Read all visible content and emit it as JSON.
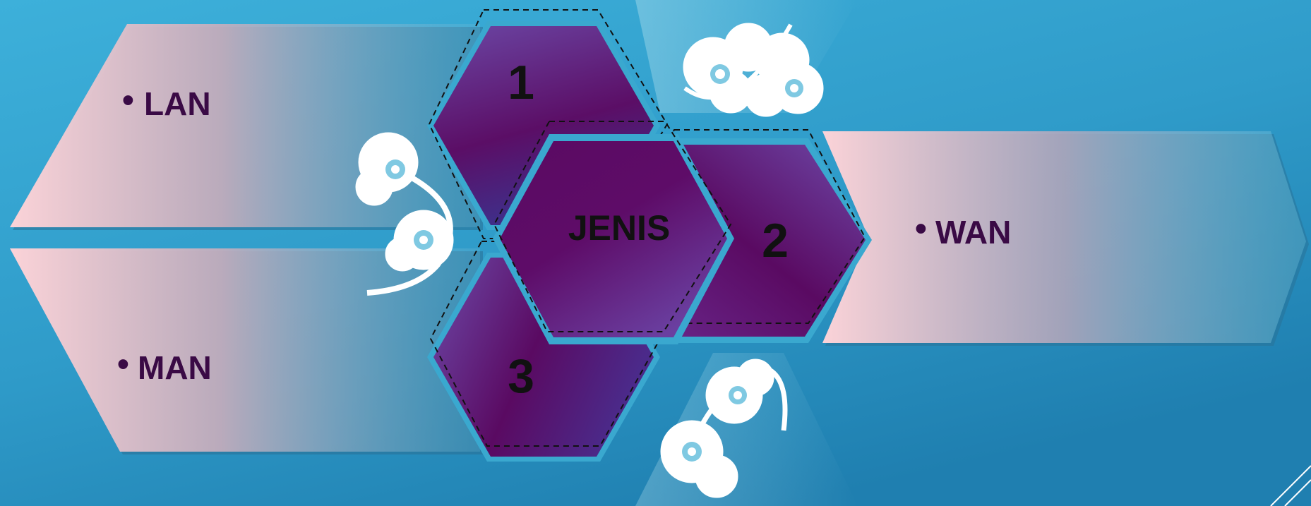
{
  "items": {
    "lan": "LAN",
    "man": "MAN",
    "wan": "WAN",
    "bullet": "•"
  },
  "hexagons": {
    "center": "JENIS",
    "one": "1",
    "two": "2",
    "three": "3"
  },
  "colors": {
    "background_light": "#4fbfe0",
    "background_dark": "#1f87b5",
    "banner_pink": "#f8d2d8",
    "hexagon_purple_dark": "#5a0a62",
    "hexagon_purple_light": "#6e46a6",
    "hexagon_border": "#3aa8cf",
    "text_dark": "#3a0a45",
    "cloud_white": "#ffffff"
  },
  "icons": {
    "decorations": [
      "cloud-swirl-icon",
      "corner-lines-icon"
    ]
  }
}
